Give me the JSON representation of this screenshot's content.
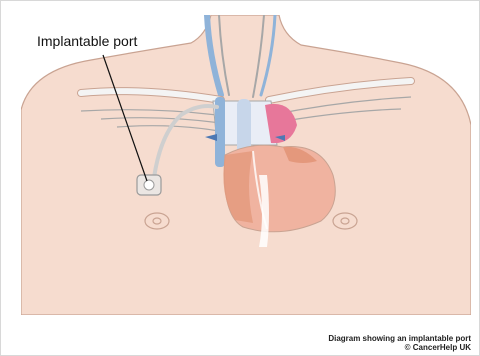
{
  "diagram": {
    "callout_label": "Implantable port",
    "caption_line1": "Diagram showing an implantable port",
    "caption_line2": "© CancerHelp UK"
  },
  "colors": {
    "skin": "#f6dccf",
    "skin_outline": "#c9a392",
    "vessel_blue": "#8fb3d9",
    "vessel_grey": "#a7a7a7",
    "heart": "#f0b3a0",
    "heart_pink": "#e7779a",
    "heart_orange": "#e4987c",
    "clavicle": "#f4f4f4"
  }
}
